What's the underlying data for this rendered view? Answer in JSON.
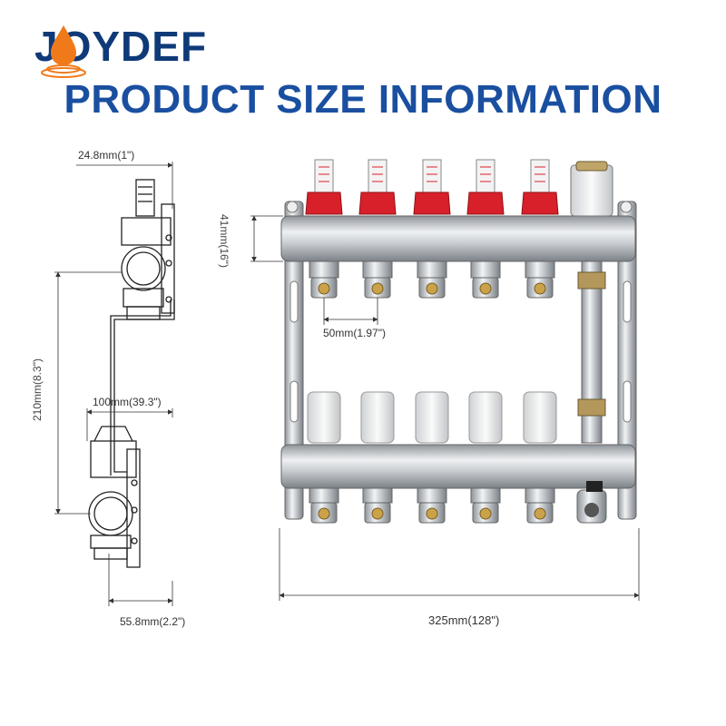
{
  "brand": {
    "name": "JOYDEF",
    "colors": {
      "navy": "#0f3a78",
      "orange": "#f07a1a",
      "title_blue": "#1a4fa0",
      "valve_red": "#d8202a"
    }
  },
  "header": {
    "title": "PRODUCT SIZE INFORMATION"
  },
  "dimensions": {
    "side_top_width": "24.8mm(1\")",
    "side_height": "210mm(8.3\")",
    "side_pipe_offset": "100mm(39.3\")",
    "side_bottom_width": "55.8mm(2.2\")",
    "front_bar_height": "41mm(16\")",
    "front_spacing": "50mm(1.97\")",
    "front_total_width": "325mm(128\")"
  },
  "manifold": {
    "outlets": 5
  }
}
